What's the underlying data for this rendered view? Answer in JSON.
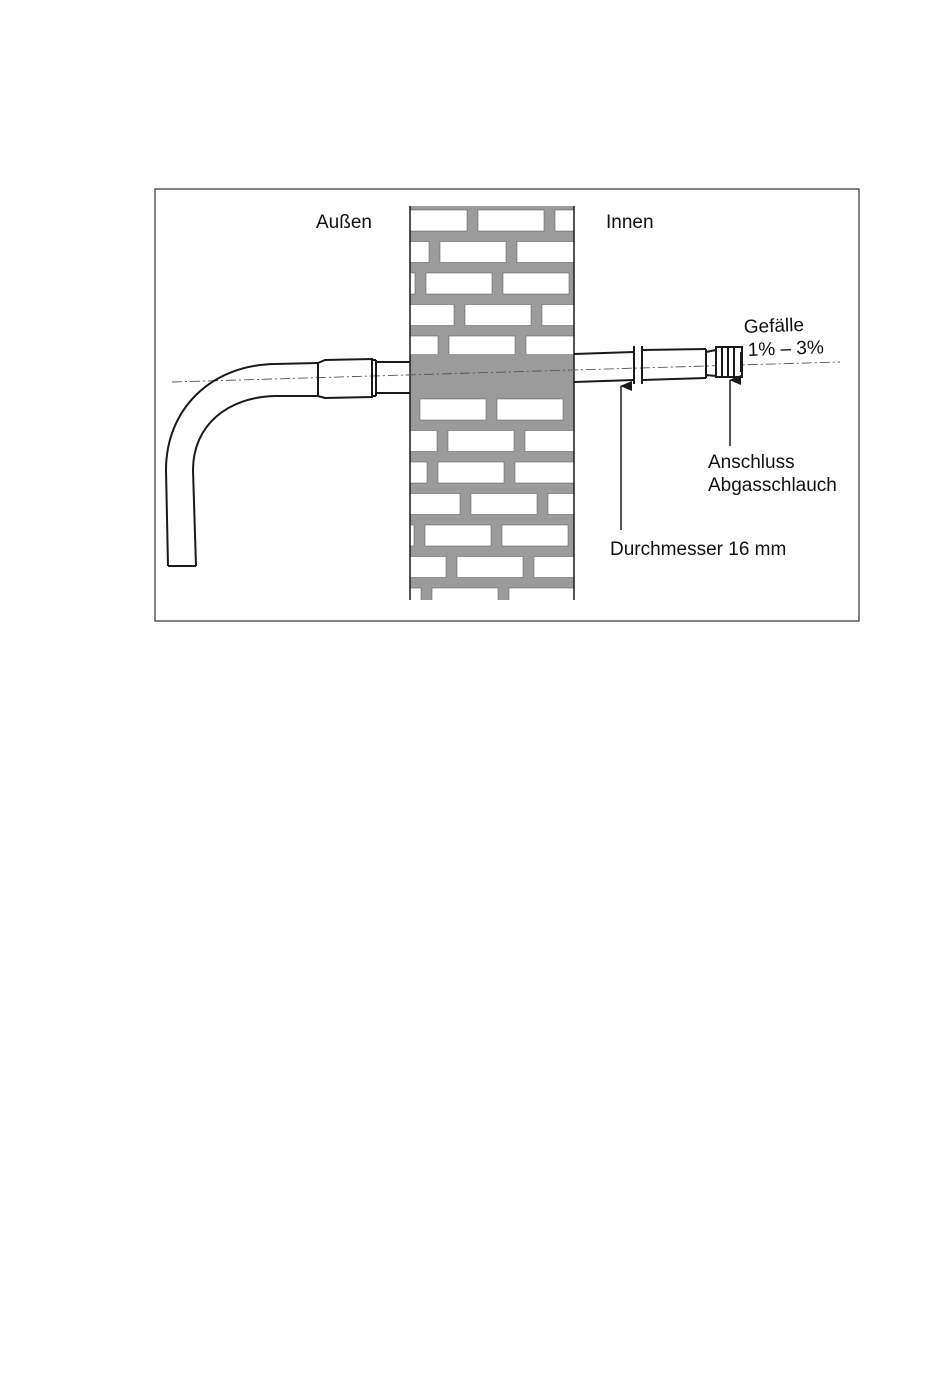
{
  "diagram": {
    "labels": {
      "outside": "Außen",
      "inside": "Innen",
      "slope_title": "Gefälle",
      "slope_value": "1% – 3%",
      "connection_line1": "Anschluss",
      "connection_line2": "Abgasschlauch",
      "diameter": "Durchmesser 16 mm"
    },
    "colors": {
      "wall_mortar": "#9b9b9b",
      "brick": "#ffffff",
      "line": "#1a1a1a",
      "frame": "#333333"
    }
  }
}
